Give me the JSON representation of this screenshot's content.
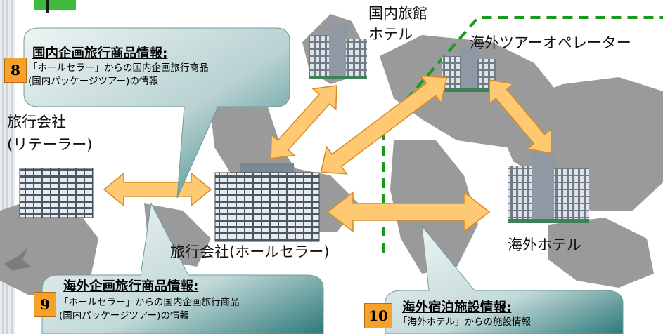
{
  "labels": {
    "domestic_inn": [
      "国内旅館",
      "ホテル"
    ],
    "overseas_operator": "海外ツアーオペレーター",
    "retailer": [
      "旅行会社",
      "(リテーラー)"
    ],
    "wholesaler": "旅行会社(ホールセラー)",
    "overseas_hotel": "海外ホテル"
  },
  "callouts": [
    {
      "number": "8",
      "title": "国内企画旅行商品情報:",
      "lines": [
        "「ホールセラー」からの国内企画旅行商品",
        "(国内パッケージツアー)の情報"
      ]
    },
    {
      "number": "9",
      "title": "海外企画旅行商品情報:",
      "lines": [
        "「ホールセラー」からの国内企画旅行商品",
        "(国内パッケージツアー)の情報"
      ]
    },
    {
      "number": "10",
      "title": "海外宿泊施設情報:",
      "lines": [
        "「海外ホテル」からの施設情報"
      ]
    }
  ],
  "colors": {
    "arrow_fill": "#ffc872",
    "arrow_stroke": "#d98a22",
    "border_line": "#1a9a1a",
    "number_badge": "#f5a12a",
    "callout_teal": "#2f8a8a",
    "map_grey": "#9a9a9a"
  }
}
